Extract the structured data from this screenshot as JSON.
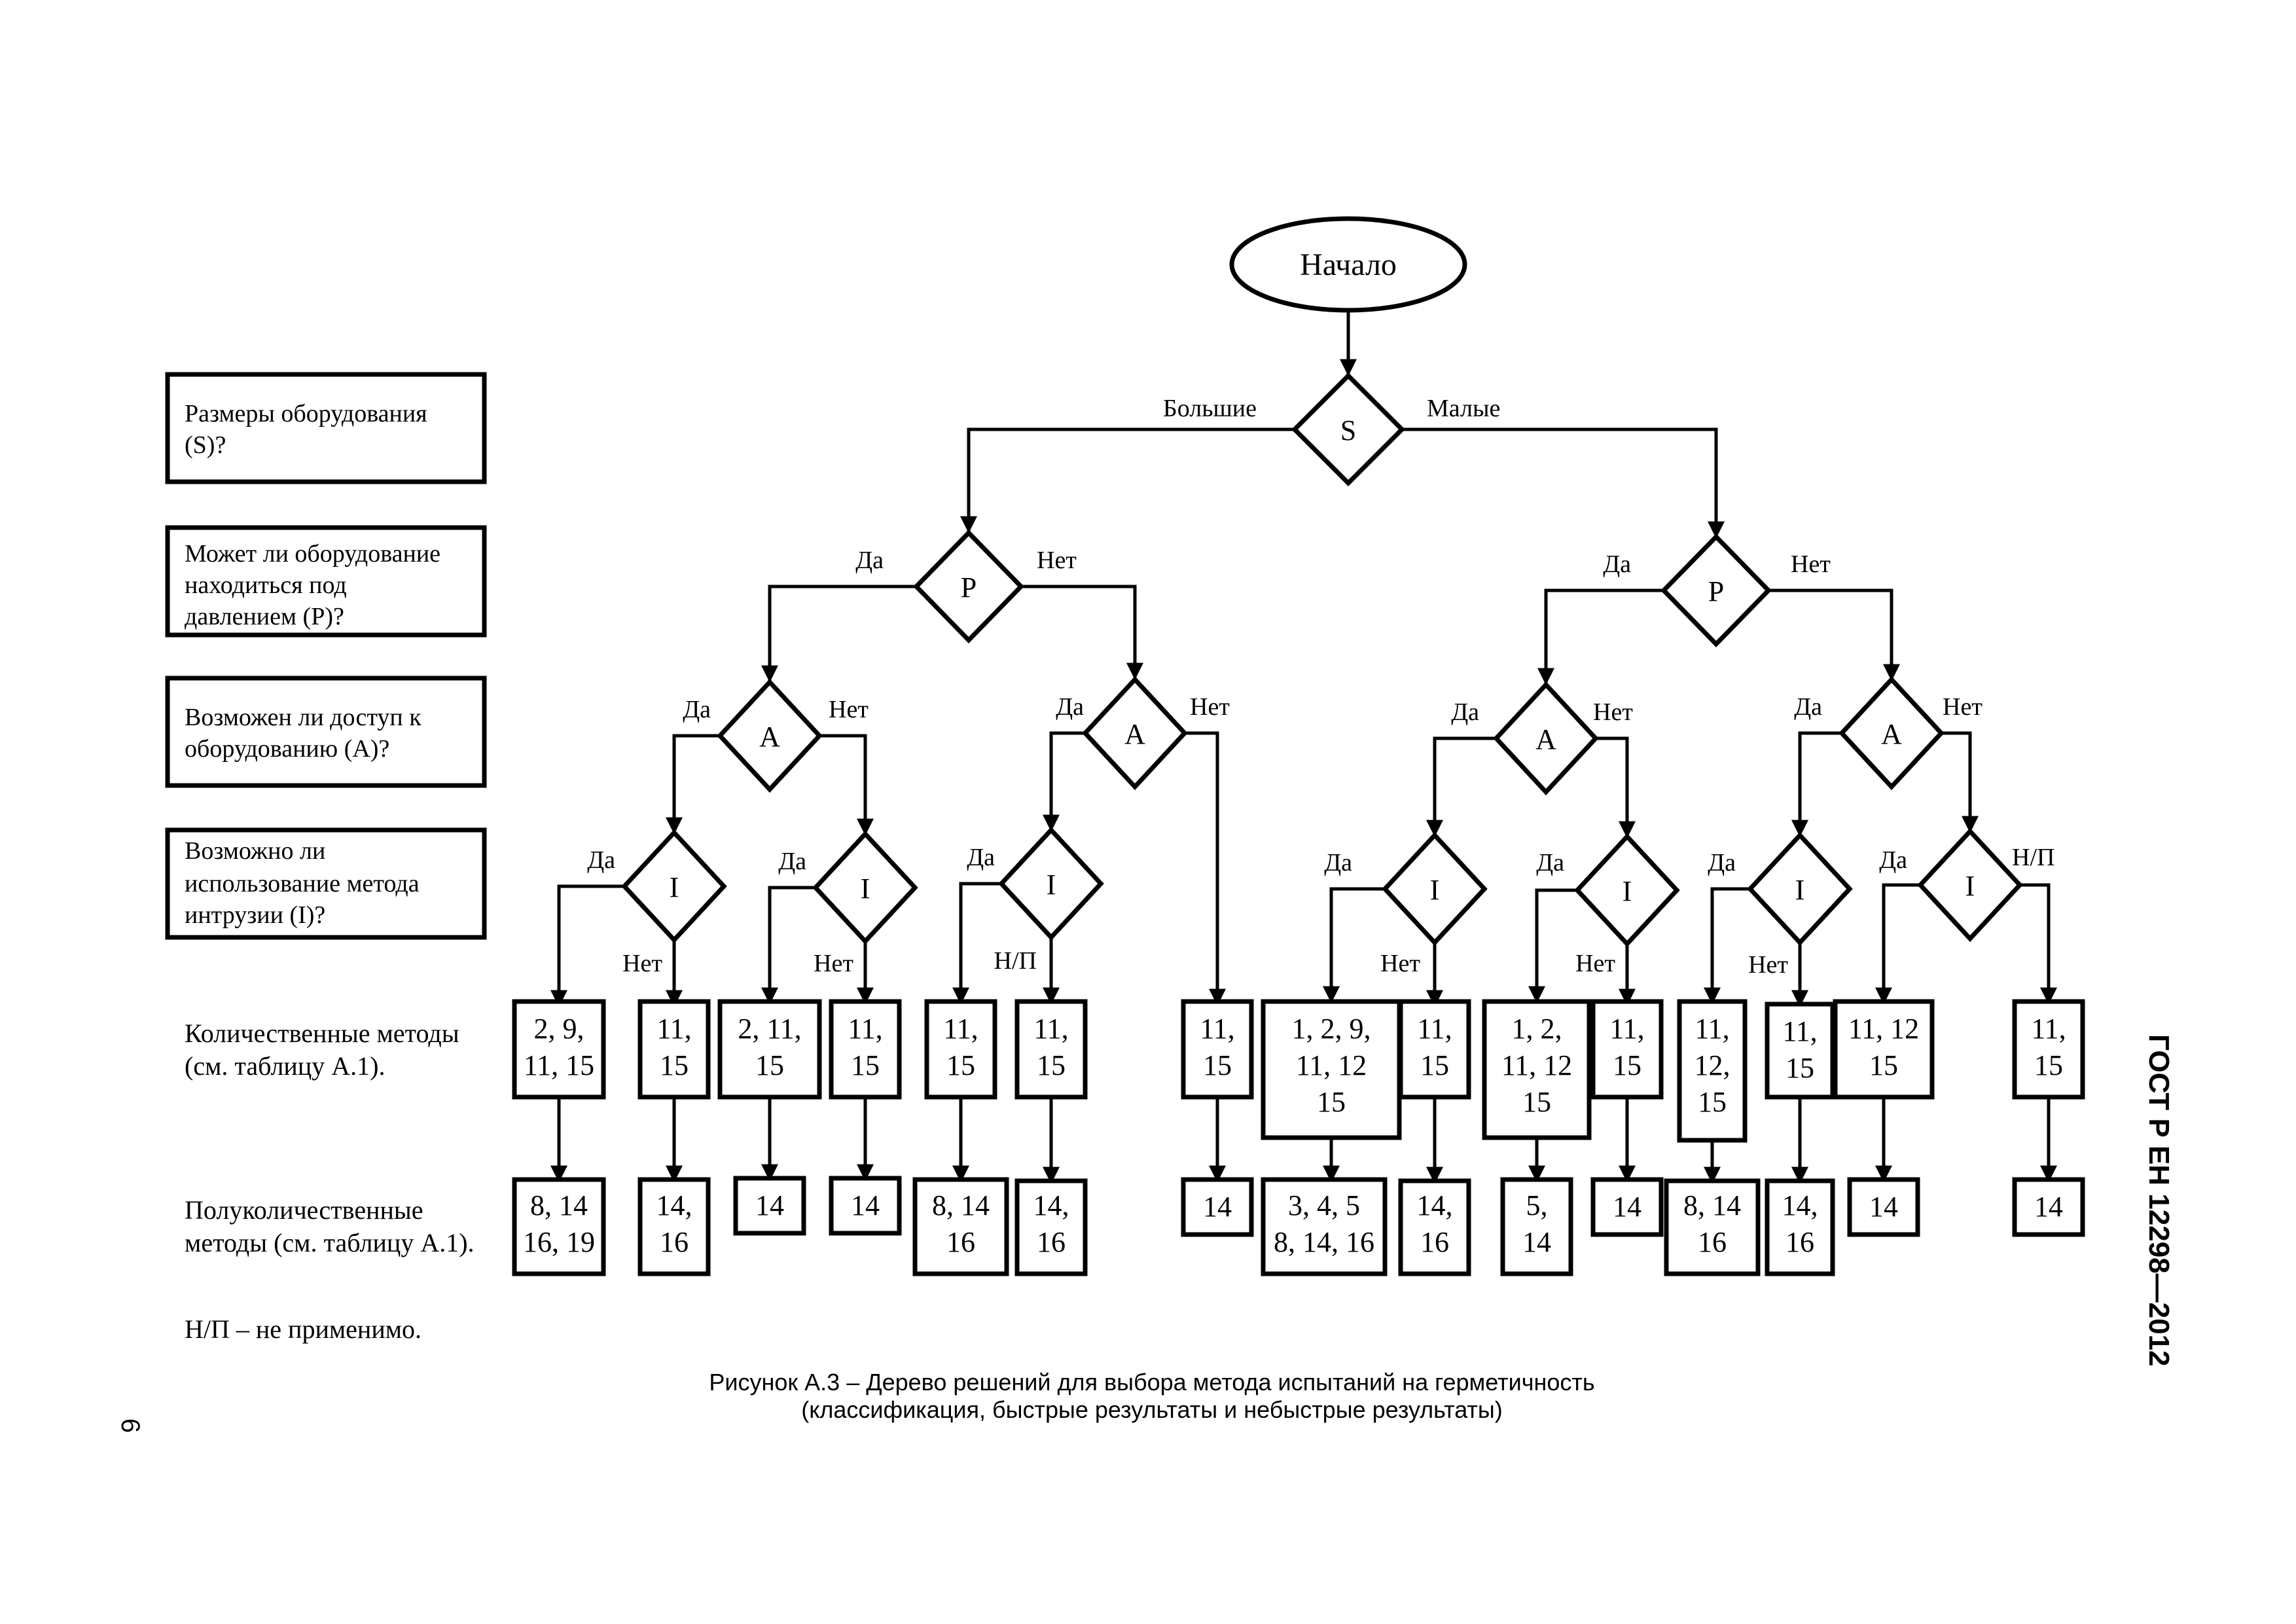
{
  "start_label": "Начало",
  "questions": [
    {
      "line1": "Размеры оборудования",
      "line2": "(S)?"
    },
    {
      "line1": "Может ли оборудование",
      "line2": "находиться под",
      "line3": "давлением (P)?"
    },
    {
      "line1": "Возможен ли доступ к",
      "line2": "оборудованию (A)?"
    },
    {
      "line1": "Возможно ли",
      "line2": "использование метода",
      "line3": "интрузии (I)?"
    }
  ],
  "row_labels": {
    "quant_line1": "Количественные методы",
    "quant_line2": "(см. таблицу А.1).",
    "semi_line1": "Полуколичественные",
    "semi_line2": "методы (см. таблицу А.1).",
    "note": "Н/П – не применимо."
  },
  "decisions": {
    "S": "S",
    "P": "P",
    "A": "A",
    "I": "I"
  },
  "branch_labels": {
    "large": "Большие",
    "small": "Малые",
    "yes": "Да",
    "no": "Нет",
    "na": "Н/П"
  },
  "results_quant": {
    "r1": [
      "2, 9,",
      "11, 15"
    ],
    "r2": [
      "11,",
      "15"
    ],
    "r3": [
      "2, 11,",
      "15"
    ],
    "r4": [
      "11,",
      "15"
    ],
    "r5": [
      "11,",
      "15"
    ],
    "r6": [
      "11,",
      "15"
    ],
    "r7": [
      "11,",
      "15"
    ],
    "r8": [
      "1, 2, 9,",
      "11, 12",
      "15"
    ],
    "r9": [
      "11,",
      "15"
    ],
    "r10": [
      "1, 2,",
      "11, 12",
      "15"
    ],
    "r11": [
      "11,",
      "15"
    ],
    "r12": [
      "11,",
      "12,",
      "15"
    ],
    "r13": [
      "11,",
      "15"
    ],
    "r14": [
      "11, 12",
      "15"
    ],
    "r15": [
      "11,",
      "15"
    ]
  },
  "results_semi": {
    "s1": [
      "8, 14",
      "16, 19"
    ],
    "s2": [
      "14,",
      "16"
    ],
    "s3": [
      "14"
    ],
    "s4": [
      "14"
    ],
    "s5": [
      "8, 14",
      "16"
    ],
    "s6": [
      "14,",
      "16"
    ],
    "s7": [
      "14"
    ],
    "s8": [
      "3, 4, 5",
      "8, 14, 16"
    ],
    "s9": [
      "14,",
      "16"
    ],
    "s10": [
      "5,",
      "14"
    ],
    "s11": [
      "14"
    ],
    "s12": [
      "8, 14",
      "16"
    ],
    "s13": [
      "14,",
      "16"
    ],
    "s14": [
      "14"
    ],
    "s15": [
      "14"
    ]
  },
  "caption_line1": "Рисунок А.3 – Дерево решений для выбора метода испытаний на герметичность",
  "caption_line2": "(классификация, быстрые результаты и небыстрые результаты)",
  "document_code": "ГОСТ Р ЕН 12298—2012",
  "page_number": "6"
}
